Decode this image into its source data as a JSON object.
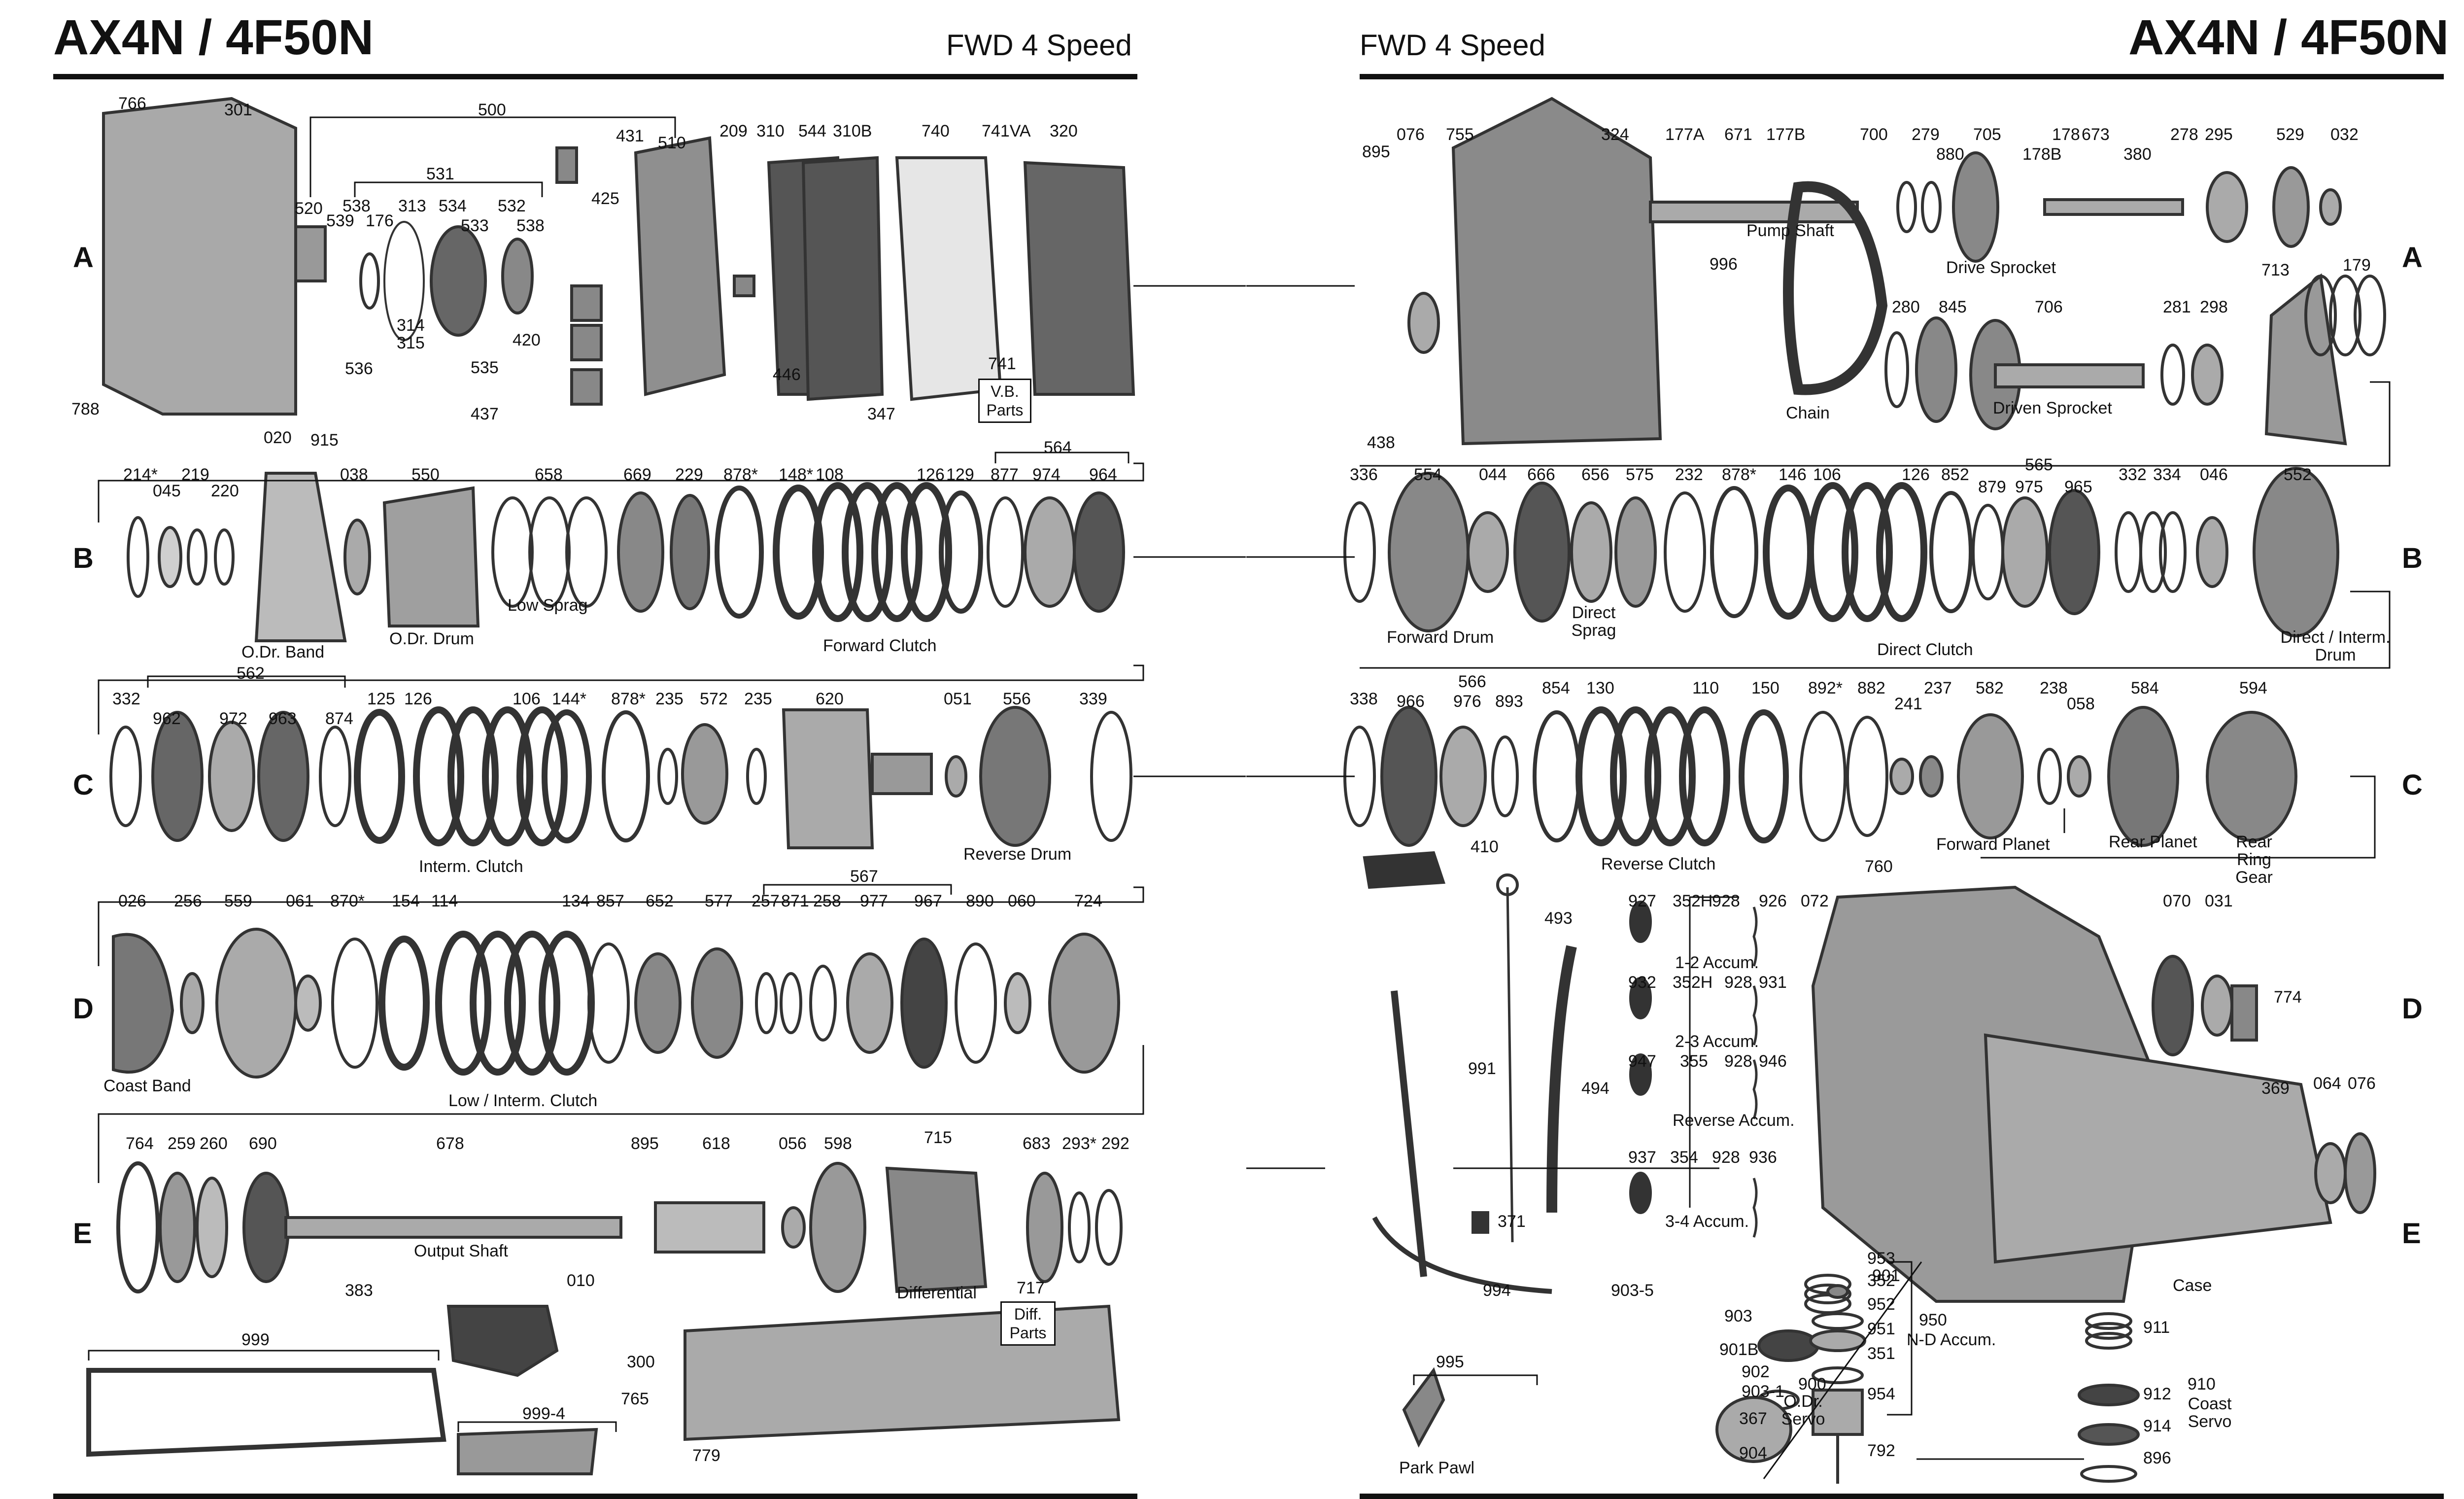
{
  "header": {
    "left_title": "AX4N / 4F50N",
    "left_subtitle": "FWD 4 Speed",
    "right_title": "AX4N / 4F50N",
    "right_subtitle": "FWD 4 Speed"
  },
  "rows": [
    "A",
    "B",
    "C",
    "D",
    "E"
  ],
  "left": {
    "A": {
      "nums": [
        "766",
        "301",
        "500",
        "531",
        "520",
        "539",
        "538",
        "176",
        "313",
        "534",
        "533",
        "532",
        "538",
        "431",
        "510",
        "425",
        "209",
        "310",
        "544",
        "310B",
        "740",
        "741VA",
        "320",
        "314",
        "315",
        "535",
        "536",
        "420",
        "446",
        "347",
        "437",
        "788",
        "741"
      ],
      "box_741": [
        "V.B.",
        "Parts"
      ]
    },
    "B": {
      "nums": [
        "214*",
        "045",
        "219",
        "220",
        "020",
        "915",
        "038",
        "550",
        "658",
        "669",
        "229",
        "878*",
        "148*",
        "108",
        "126",
        "129",
        "564",
        "877",
        "974",
        "964",
        "562"
      ],
      "caps": [
        "O.Dr. Band",
        "O.Dr. Drum",
        "Low Sprag",
        "Forward Clutch"
      ]
    },
    "C": {
      "nums": [
        "332",
        "962",
        "972",
        "963",
        "874",
        "125",
        "126",
        "106",
        "144*",
        "878*",
        "235",
        "572",
        "235",
        "620",
        "051",
        "556",
        "339"
      ],
      "caps": [
        "Interm. Clutch",
        "Reverse Drum"
      ]
    },
    "D": {
      "nums": [
        "026",
        "256",
        "559",
        "061",
        "870*",
        "154",
        "114",
        "134",
        "857",
        "652",
        "577",
        "257",
        "871",
        "258",
        "977",
        "967",
        "567",
        "890",
        "060",
        "724"
      ],
      "caps": [
        "Coast Band",
        "Low / Interm. Clutch"
      ]
    },
    "E": {
      "nums": [
        "764",
        "259",
        "260",
        "690",
        "678",
        "895",
        "618",
        "056",
        "598",
        "715",
        "683",
        "293*",
        "292",
        "383",
        "010",
        "717",
        "999",
        "999-4",
        "300",
        "765",
        "779"
      ],
      "caps": [
        "Output Shaft",
        "Differential"
      ],
      "box_717": [
        "Diff.",
        "Parts"
      ]
    }
  },
  "right": {
    "A": {
      "nums": [
        "895",
        "076",
        "755",
        "324",
        "177A",
        "671",
        "177B",
        "700",
        "279",
        "880",
        "705",
        "178B",
        "178",
        "673",
        "380",
        "278",
        "295",
        "529",
        "032",
        "996",
        "280",
        "845",
        "706",
        "281",
        "298",
        "713",
        "179",
        "438"
      ],
      "caps": [
        "Pump Shaft",
        "Drive Sprocket",
        "Chain",
        "Driven Sprocket"
      ]
    },
    "B": {
      "nums": [
        "336",
        "554",
        "044",
        "666",
        "656",
        "575",
        "232",
        "878*",
        "146",
        "106",
        "126",
        "852",
        "565",
        "879",
        "975",
        "965",
        "332",
        "334",
        "046",
        "552"
      ],
      "caps": [
        "Forward Drum",
        "Direct Sprag",
        "Direct Clutch",
        "Direct / Interm. Drum"
      ]
    },
    "C": {
      "nums": [
        "338",
        "566",
        "966",
        "976",
        "893",
        "854",
        "130",
        "110",
        "150",
        "892*",
        "882",
        "241",
        "237",
        "582",
        "238",
        "058",
        "584",
        "594"
      ],
      "caps": [
        "Reverse Clutch",
        "Forward Planet",
        "Rear Planet",
        "Rear Ring Gear"
      ]
    },
    "D": {
      "nums": [
        "410",
        "493",
        "991",
        "494",
        "927",
        "352H",
        "928",
        "926",
        "072",
        "760",
        "932",
        "352H",
        "928",
        "931",
        "947",
        "355",
        "928",
        "946",
        "070",
        "031",
        "774",
        "369",
        "064",
        "076"
      ],
      "caps": [
        "1-2 Accum.",
        "2-3 Accum.",
        "Reverse Accum."
      ]
    },
    "E": {
      "nums": [
        "371",
        "937",
        "354",
        "928",
        "936",
        "994",
        "901",
        "903-5",
        "903",
        "901B",
        "902",
        "903-1",
        "367",
        "904",
        "900",
        "953",
        "352",
        "952",
        "951",
        "351",
        "954",
        "792",
        "950",
        "911",
        "912",
        "914",
        "896",
        "910",
        "995"
      ],
      "caps": [
        "3-4 Accum.",
        "Case",
        "N-D Accum.",
        "O.Dr. Servo",
        "Coast Servo",
        "Park Pawl"
      ]
    }
  }
}
